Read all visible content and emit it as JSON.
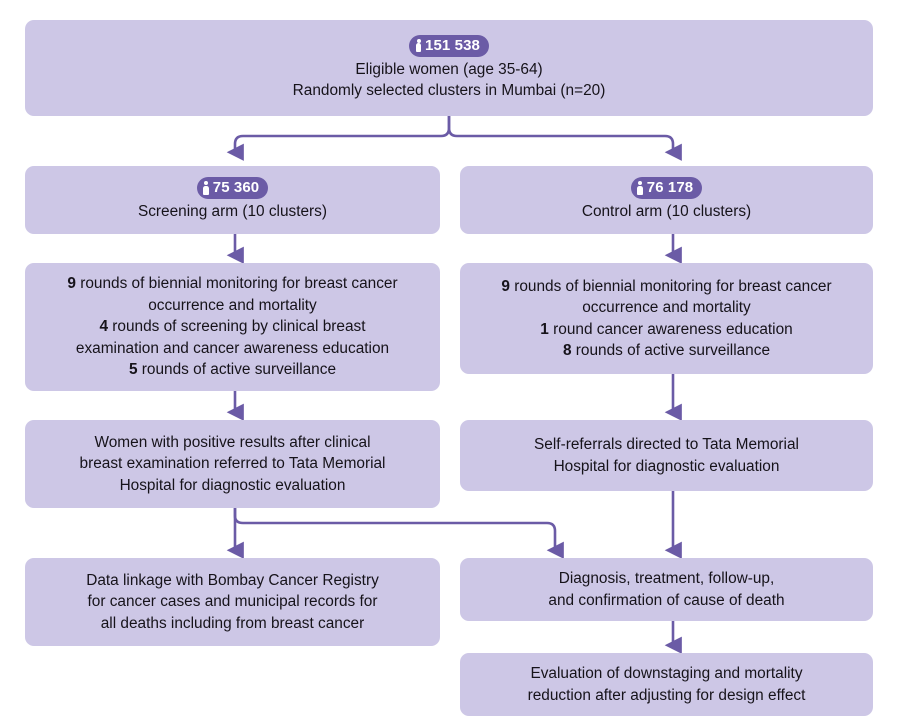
{
  "figure": {
    "type": "flow-diagram",
    "title": "Cluster randomised trial flow: breast cancer screening in Mumbai",
    "colors": {
      "node_fill": "#cdc7e6",
      "badge_fill": "#6b5ba6",
      "connector": "#6b5ba6",
      "text": "#16131a",
      "badge_text": "#ffffff",
      "background": "#ffffff"
    },
    "icons": {
      "person": "person-icon"
    }
  },
  "nodes": {
    "eligible": {
      "badge": "151 538",
      "lines": [
        "Eligible women (age 35-64)",
        "Randomly selected clusters in Mumbai (n=20)"
      ]
    },
    "screening_arm": {
      "badge": "75 360",
      "lines": [
        "Screening arm (10 clusters)"
      ]
    },
    "control_arm": {
      "badge": "76 178",
      "lines": [
        "Control arm (10 clusters)"
      ]
    },
    "screening_rounds": {
      "lines": [
        {
          "num": "9",
          "text": " rounds of biennial monitoring for breast cancer"
        },
        {
          "num": "",
          "text": "occurrence and mortality"
        },
        {
          "num": "4",
          "text": " rounds of screening by clinical breast"
        },
        {
          "num": "",
          "text": "examination and cancer awareness education"
        },
        {
          "num": "5",
          "text": " rounds of active surveillance"
        }
      ]
    },
    "control_rounds": {
      "lines": [
        {
          "num": "9",
          "text": " rounds of biennial monitoring for breast cancer"
        },
        {
          "num": "",
          "text": "occurrence and mortality"
        },
        {
          "num": "1",
          "text": " round cancer awareness education"
        },
        {
          "num": "8",
          "text": " rounds of active surveillance"
        }
      ]
    },
    "screening_referral": {
      "lines": [
        "Women with positive results after clinical",
        "breast examination referred to Tata Memorial",
        "Hospital for diagnostic evaluation"
      ]
    },
    "control_referral": {
      "lines": [
        "Self-referrals directed to Tata Memorial",
        "Hospital for diagnostic evaluation"
      ]
    },
    "data_linkage": {
      "lines": [
        "Data linkage with Bombay Cancer Registry",
        "for cancer cases and municipal records for",
        "all deaths including from breast cancer"
      ]
    },
    "diagnosis": {
      "lines": [
        "Diagnosis, treatment, follow-up,",
        "and confirmation of cause of death"
      ]
    },
    "evaluation": {
      "lines": [
        "Evaluation of downstaging and mortality",
        "reduction after adjusting for design effect"
      ]
    }
  }
}
